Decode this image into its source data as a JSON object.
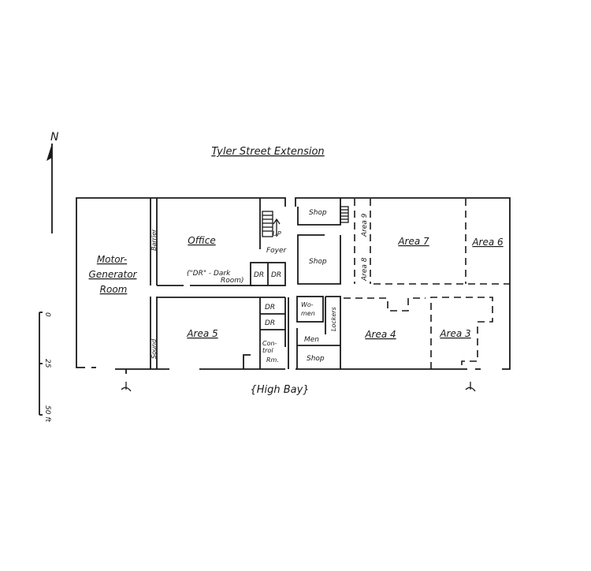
{
  "title": "Tyler Street Extension",
  "north_label": "N",
  "bottom_label": "{High Bay}",
  "scale": {
    "labels": [
      "0",
      "25",
      "50 ft"
    ]
  },
  "rooms": {
    "motor_generator": [
      "Motor-",
      "Generator",
      "Room"
    ],
    "barrier": "Barrier",
    "sound": "Sound",
    "office": "Office",
    "dark_room_note": [
      "(\"DR\" - Dark",
      "Room)"
    ],
    "dr": "DR",
    "up": "UP",
    "foyer": "Foyer",
    "area5": "Area 5",
    "control_room": [
      "Con-",
      "trol",
      "Rm."
    ],
    "shop": "Shop",
    "women": [
      "Wo-",
      "men"
    ],
    "men": "Men",
    "lockers": "Lockers",
    "area9": "Area 9",
    "area8": "Area 8",
    "area7": "Area 7",
    "area6": "Area 6",
    "area4": "Area 4",
    "area3": "Area 3"
  }
}
